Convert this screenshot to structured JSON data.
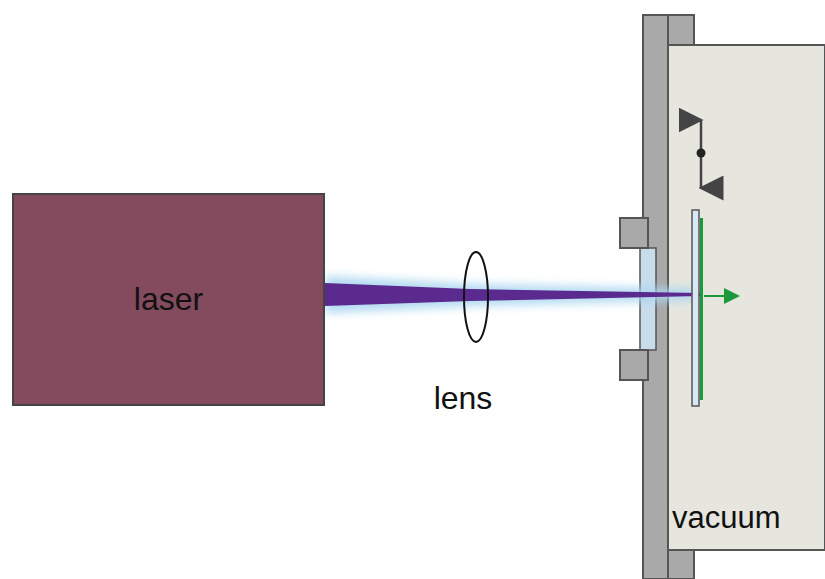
{
  "diagram": {
    "nodes": [
      {
        "text": [
          "laser"
        ]
      }
    ],
    "labels": [
      "lens",
      "vacuum"
    ]
  }
}
